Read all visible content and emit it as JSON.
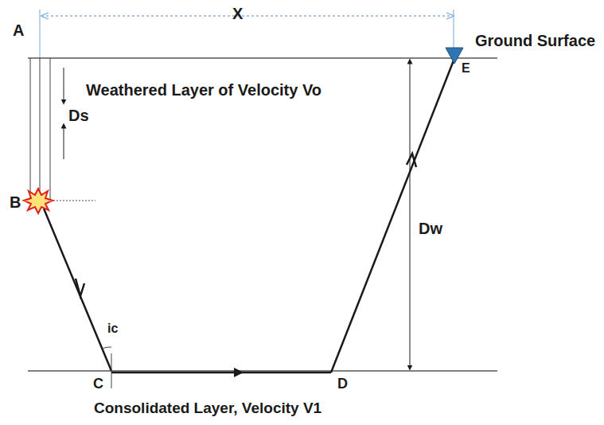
{
  "diagram": {
    "labels": [
      "X",
      "A",
      "Ground Surface",
      "E",
      "Weathered Layer of Velocity Vo",
      "Ds",
      "B",
      "Dw",
      "ic",
      "C",
      "D",
      "Consolidated Layer, Velocity V1"
    ]
  }
}
